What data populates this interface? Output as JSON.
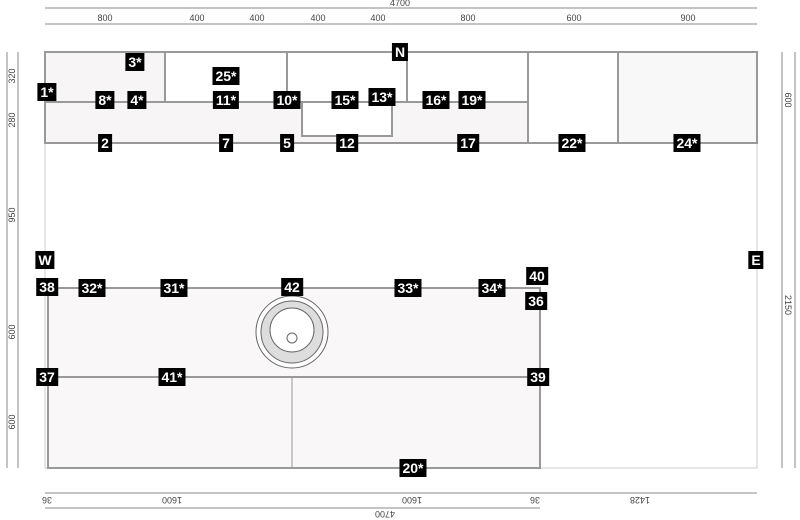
{
  "tags": [
    "1*",
    "3*",
    "8*",
    "4*",
    "25*",
    "11*",
    "10*",
    "15*",
    "13*",
    "N",
    "16*",
    "19*",
    "2",
    "7",
    "5",
    "12",
    "17",
    "22*",
    "24*",
    "W",
    "E",
    "38",
    "32*",
    "31*",
    "42",
    "33*",
    "34*",
    "40",
    "36",
    "37",
    "41*",
    "39",
    "20*"
  ],
  "dims": {
    "top": [
      "4700",
      "800",
      "400",
      "400",
      "400",
      "400",
      "800",
      "600",
      "900"
    ],
    "left": [
      "320",
      "280",
      "950",
      "600",
      "600"
    ],
    "right": [
      "600",
      "2150"
    ],
    "bottom": [
      "36",
      "1600",
      "1600",
      "36",
      "1428",
      "4700"
    ]
  }
}
